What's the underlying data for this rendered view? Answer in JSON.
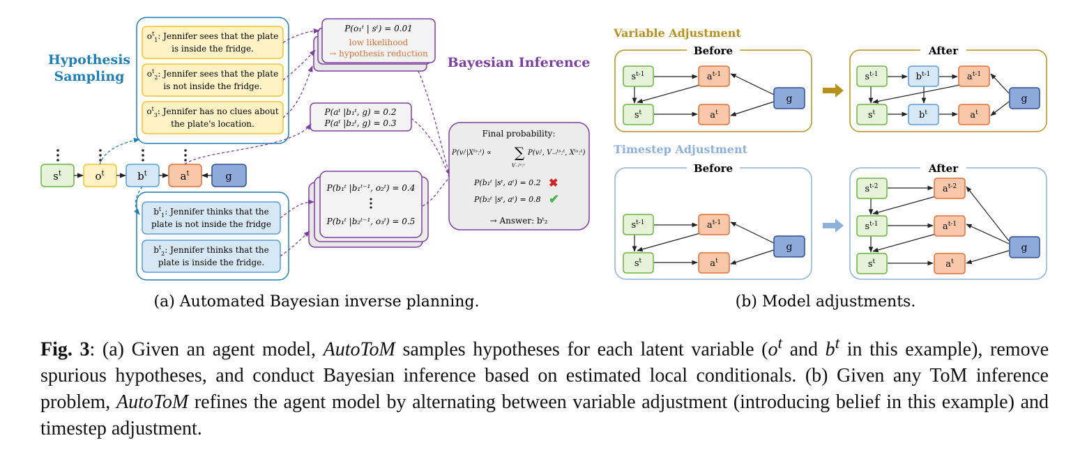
{
  "part_a": {
    "caption": "(a) Automated Bayesian inverse planning.",
    "hypothesis_sampling": [
      "Hypothesis",
      "Sampling"
    ],
    "bayesian_inference": "Bayesian Inference",
    "chain": {
      "s": "s",
      "o": "o",
      "b": "b",
      "a": "a",
      "g": "g",
      "t": "t"
    },
    "obs_hypotheses": [
      [
        "o",
        "1",
        ": Jennifer sees that the plate",
        "is inside the fridge."
      ],
      [
        "o",
        "2",
        ": Jennifer sees that the plate",
        "is not inside the fridge."
      ],
      [
        "o",
        "3",
        ": Jennifer has no clues about",
        "the plate's location."
      ]
    ],
    "belief_hypotheses": [
      [
        "b",
        "1",
        ": Jennifer thinks that the",
        "plate is not inside the fridge"
      ],
      [
        "b",
        "2",
        ": Jennifer thinks that the",
        "plate is inside the fridge."
      ]
    ],
    "obs_prob": "P(o₁ᵗ | sᵗ) = 0.01",
    "low_likelihood": "low likelihood",
    "reduction": "→ hypothesis reduction",
    "action_probs": [
      "P(aᵗ |b₁ᵗ, g) = 0.2",
      "P(aᵗ |b₂ᵗ, g) = 0.3"
    ],
    "belief_probs": [
      "P(b₁ᵗ |b₁ᵗ⁻¹, o₂ᵗ) = 0.4",
      "P(b₁ᵗ |b₂ᵗ⁻¹, o₃ᵗ) = 0.5"
    ],
    "final": {
      "title": "Final probability:",
      "formula_left": "P(vᵢᵗ|Xᵗˢːᵗ) ∝",
      "formula_sum": "∑",
      "formula_right": "P(vᵢᵗ, V₋ᵢᵗˢːᵗ, Xᵗˢːᵗ)",
      "formula_sub": "V₋ᵢᵗˢːᵗ",
      "p1": "P(b₁ᵗ |sᵗ, aᵗ) = 0.2",
      "p2": "P(b₂ᵗ |sᵗ, aᵗ) = 0.8",
      "answer": "→ Answer: bᵗ₂"
    }
  },
  "part_b": {
    "caption": "(b) Model adjustments.",
    "variable_adjustment": "Variable Adjustment",
    "timestep_adjustment": "Timestep Adjustment",
    "before": "Before",
    "after": "After",
    "nodes": {
      "s_prev": [
        "s",
        "t-1"
      ],
      "s_prev2": [
        "s",
        "t-2"
      ],
      "s": [
        "s",
        "t"
      ],
      "a_prev": [
        "a",
        "t-1"
      ],
      "a_prev2": [
        "a",
        "t-2"
      ],
      "a": [
        "a",
        "t"
      ],
      "b_prev": [
        "b",
        "t-1"
      ],
      "b": [
        "b",
        "t"
      ],
      "g": "g"
    }
  },
  "caption": {
    "label": "Fig. 3",
    "sentence1_pre": ": (a) Given an agent model, ",
    "system": "AutoToM",
    "sentence1_mid": " samples hypotheses for each latent variable (",
    "var_o": "o",
    "var_t": "t",
    "and": " and ",
    "var_b": "b",
    "sentence1_post": " in this example), remove spurious hypotheses, and conduct Bayesian inference based on estimated local conditionals. (b) Given any ToM inference problem, ",
    "sentence2_post": " refines the agent model by alternating between variable adjustment (introducing belief in this example) and timestep adjustment."
  },
  "colors": {
    "green_fill": "#e6f3d9",
    "green_stroke": "#6db33f",
    "yellow_fill": "#fff2c4",
    "yellow_stroke": "#f3c230",
    "blue_fill": "#d6e8f6",
    "blue_stroke": "#5b9bd5",
    "orange_fill": "#f8c8a9",
    "orange_stroke": "#e0703a",
    "g_fill": "#8eaadb",
    "g_stroke": "#2f4f8f",
    "purple": "#7b3fa0",
    "teal": "#1f7fb6",
    "gold": "#b8901a",
    "lightblue": "#8fb0d9"
  }
}
